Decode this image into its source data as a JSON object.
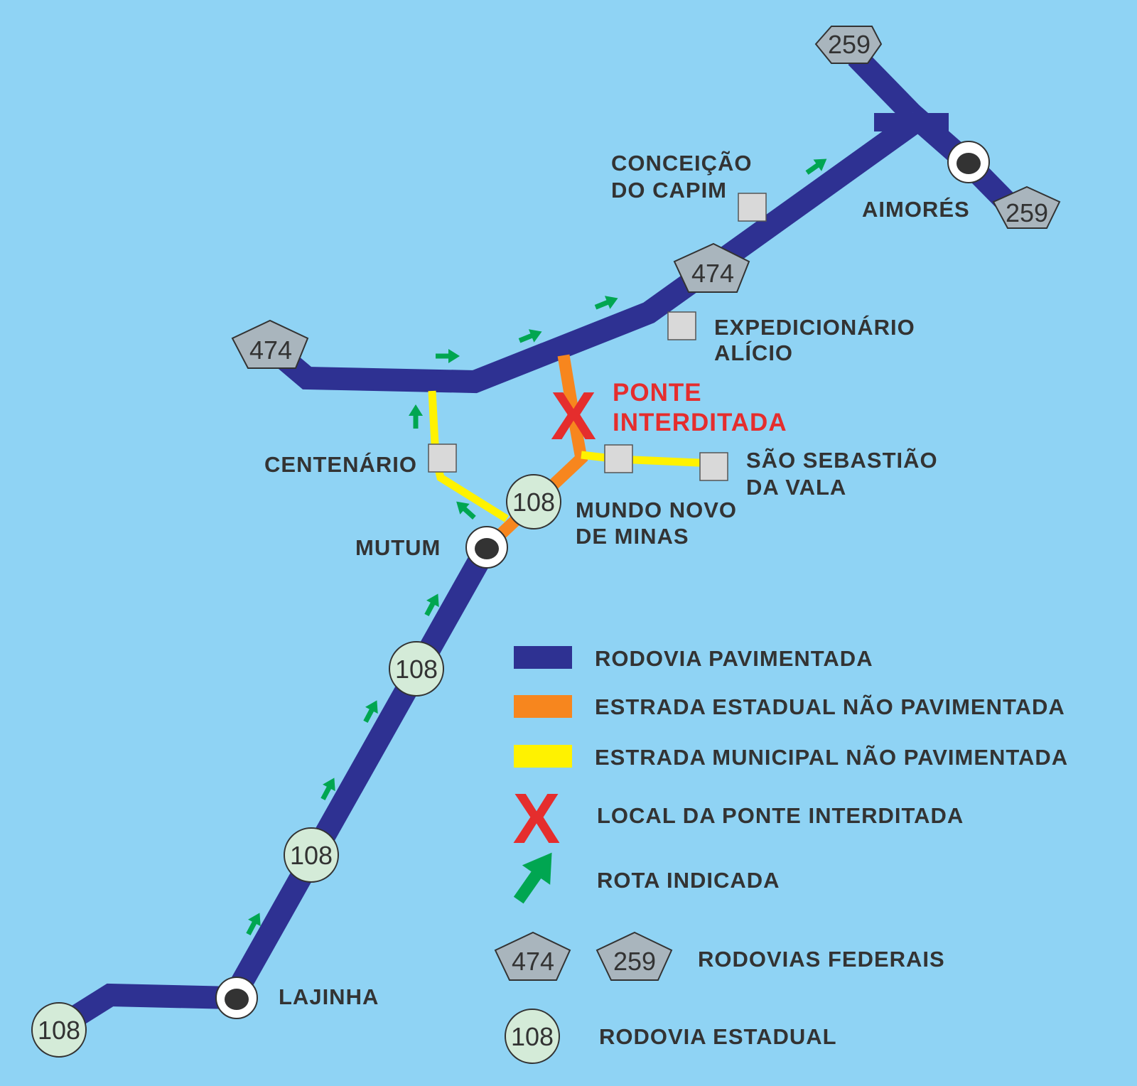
{
  "colors": {
    "background": "#8fd3f4",
    "paved_highway": "#2e3192",
    "state_unpaved": "#f7861e",
    "municipal_unpaved": "#fff200",
    "blocked_bridge": "#ed1c24",
    "route_arrow": "#00a651",
    "federal_shield": "#a9b5bd",
    "state_shield": "#d4ebd8",
    "locality": "#d9d9d9"
  },
  "towns": {
    "aimores": "AIMORÉS",
    "mutum": "MUTUM",
    "lajinha": "LAJINHA"
  },
  "localities": {
    "conceicao_line1": "CONCEIÇÃO",
    "conceicao_line2": "DO CAPIM",
    "expedicionario_line1": "EXPEDICIONÁRIO",
    "expedicionario_line2": "ALÍCIO",
    "centenario": "CENTENÁRIO",
    "sao_sebastiao_line1": "SÃO SEBASTIÃO",
    "sao_sebastiao_line2": "DA VALA",
    "mundo_novo_line1": "MUNDO NOVO",
    "mundo_novo_line2": "DE MINAS"
  },
  "ponte": {
    "line1": "PONTE",
    "line2": "INTERDITADA",
    "mark": "X"
  },
  "shields": {
    "br259": "259",
    "br474": "474",
    "mg108": "108"
  },
  "legend": {
    "paved": "RODOVIA PAVIMENTADA",
    "state_unpaved": "ESTRADA ESTADUAL NÃO PAVIMENTADA",
    "municipal_unpaved": "ESTRADA MUNICIPAL NÃO PAVIMENTADA",
    "bridge": "LOCAL DA PONTE INTERDITADA",
    "route": "ROTA INDICADA",
    "federal": "RODOVIAS FEDERAIS",
    "state": "RODOVIA ESTADUAL",
    "bridge_mark": "X"
  }
}
